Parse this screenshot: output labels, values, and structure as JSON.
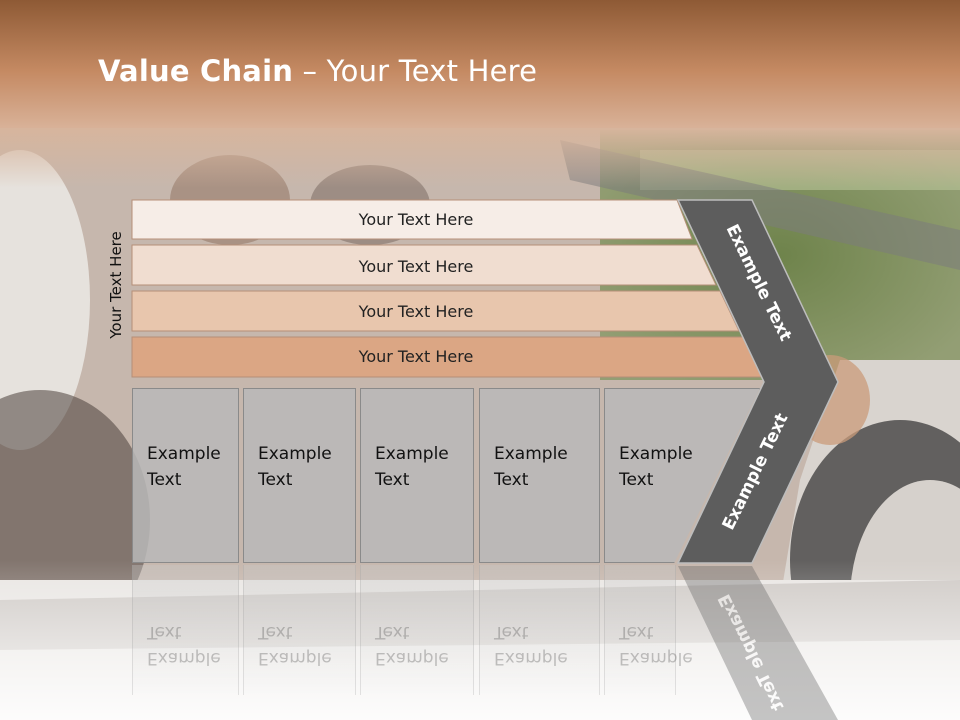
{
  "slide": {
    "title_bold": "Value Chain",
    "title_rest": " – Your Text Here",
    "vertical_label": "Your Text Here"
  },
  "bars": [
    {
      "label": "Your Text Here",
      "color": "#f6ede7"
    },
    {
      "label": "Your Text Here",
      "color": "#f0ddd0"
    },
    {
      "label": "Your Text Here",
      "color": "#e8c6ad"
    },
    {
      "label": "Your Text Here",
      "color": "#dba684"
    }
  ],
  "boxes": [
    {
      "label": "Example Text"
    },
    {
      "label": "Example Text"
    },
    {
      "label": "Example Text"
    },
    {
      "label": "Example Text"
    },
    {
      "label": "Example Text"
    }
  ],
  "chevron": {
    "top_label": "Example Text",
    "bottom_label": "Example Text",
    "color": "#5d5d5d"
  },
  "colors": {
    "header": "#a9683d",
    "photo_tone": "#c9bbb0"
  }
}
